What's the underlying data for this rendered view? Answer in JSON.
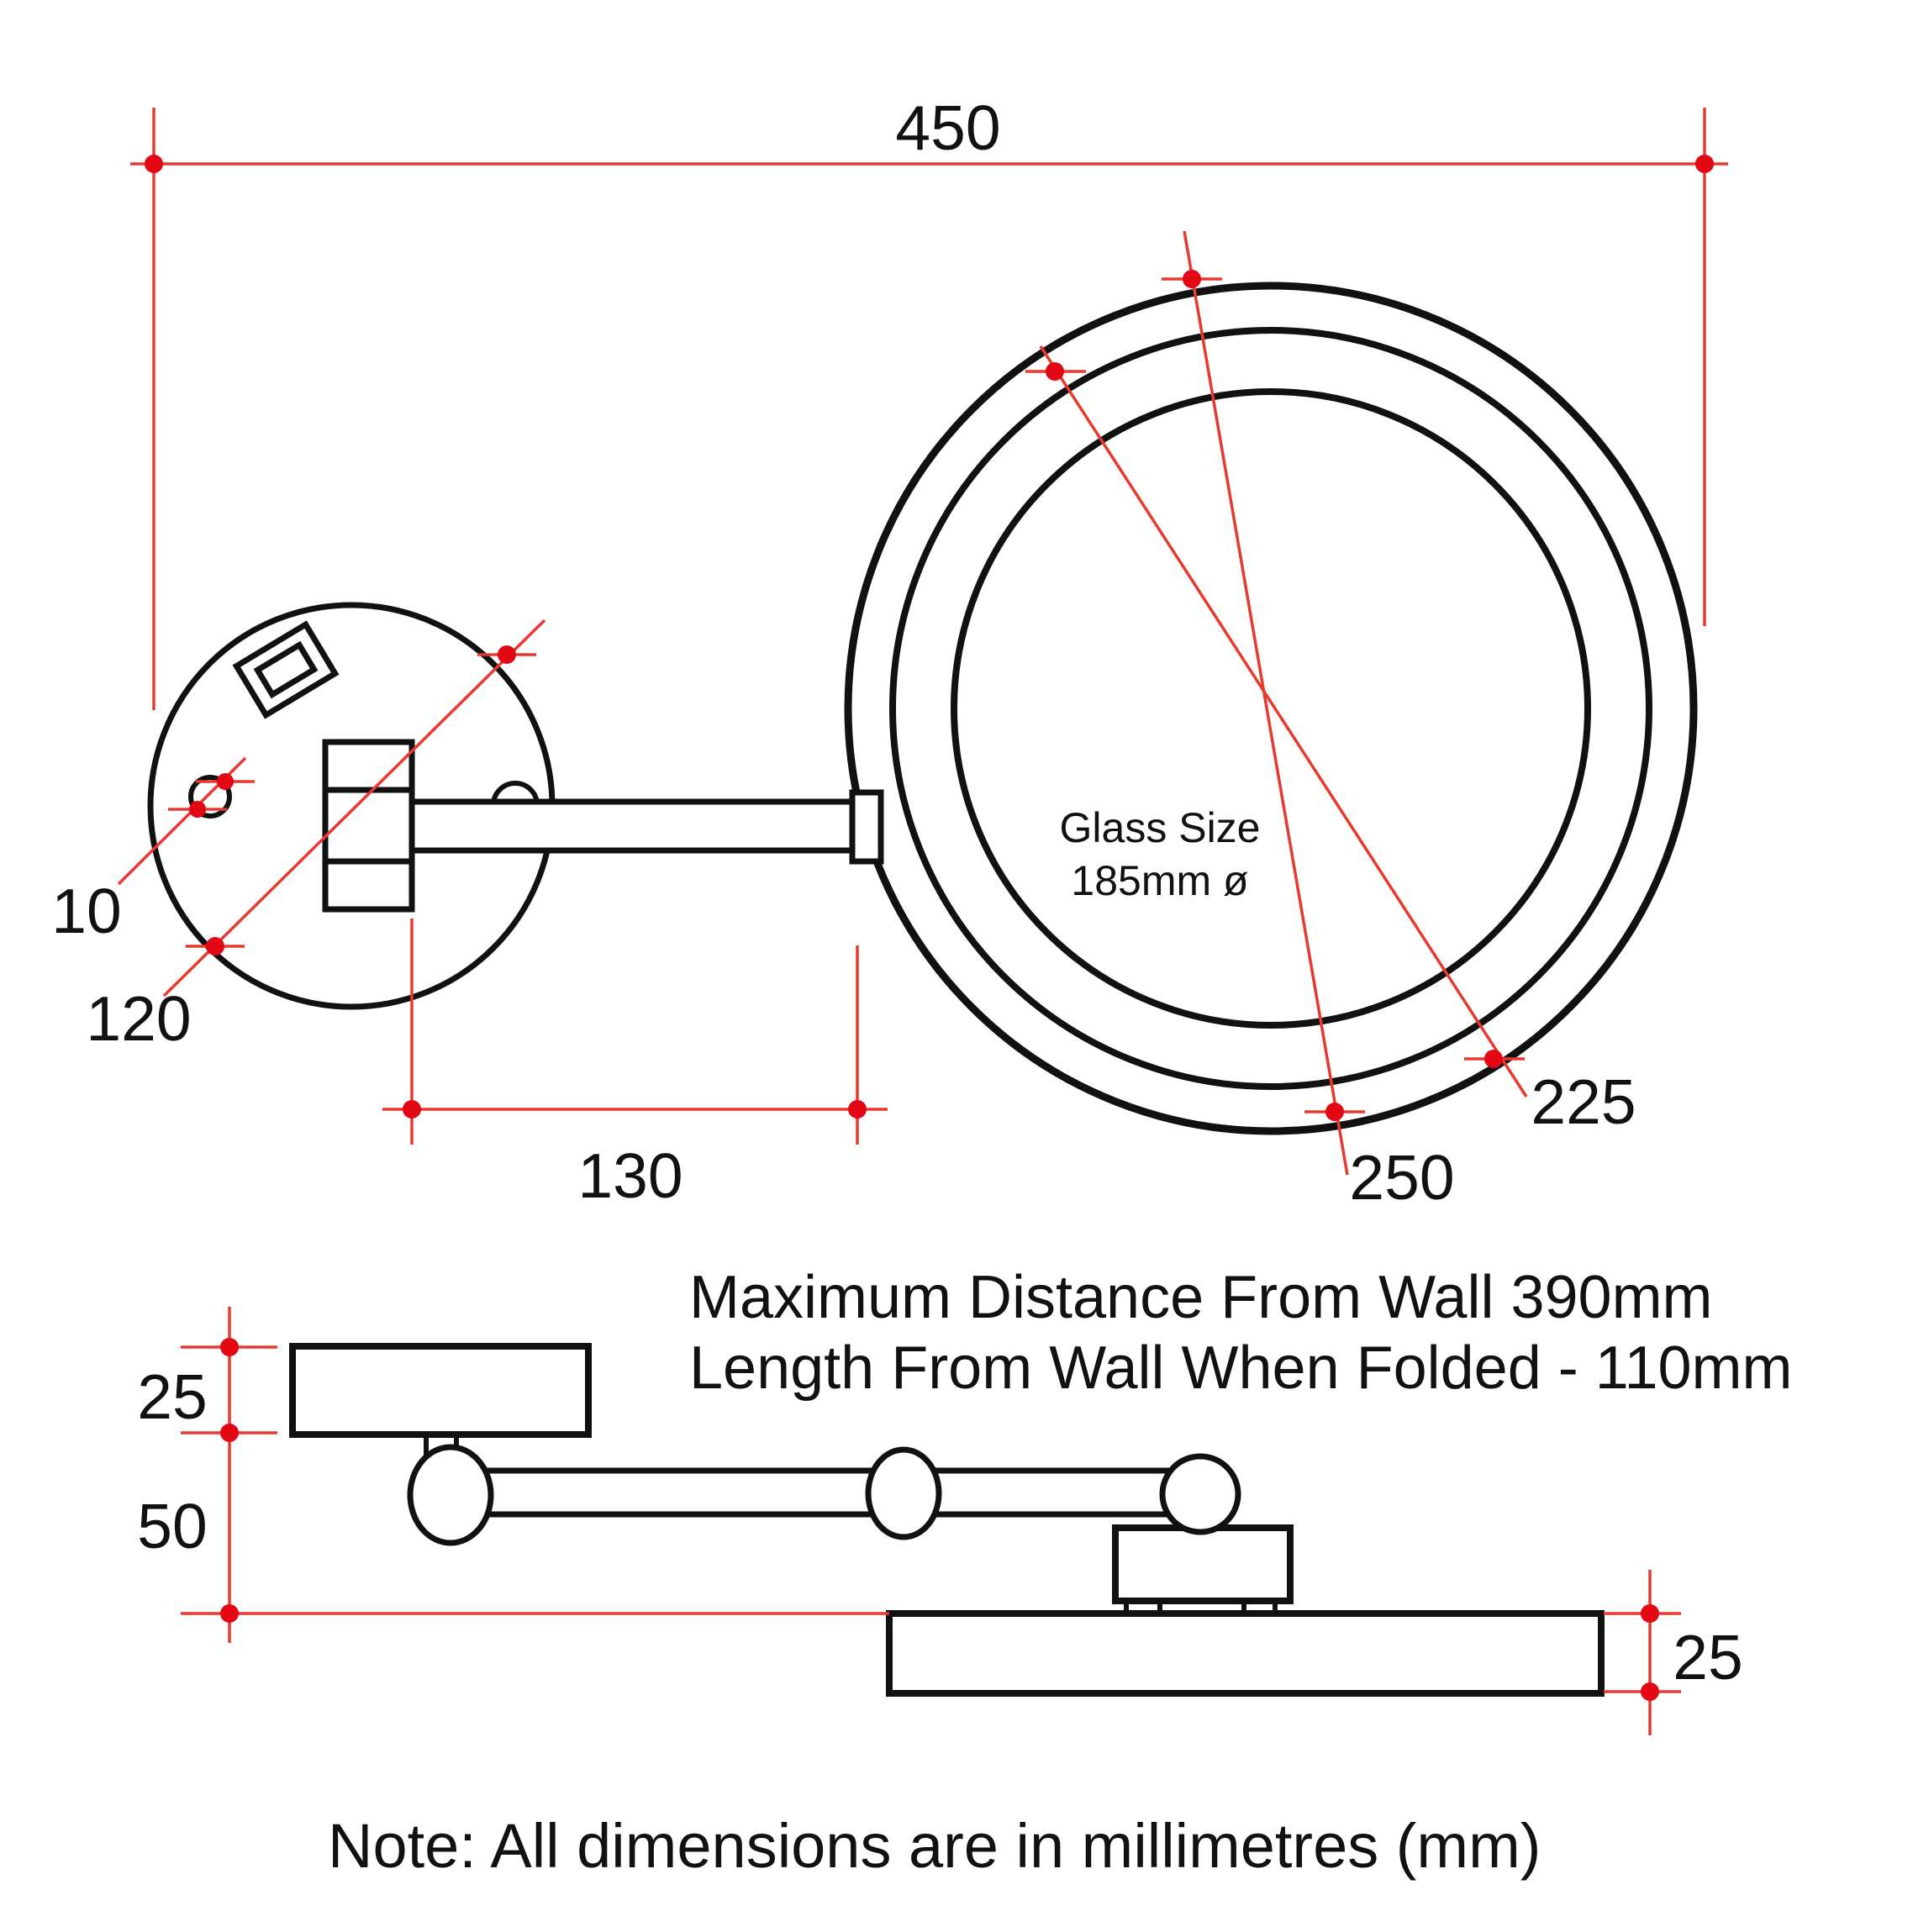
{
  "drawing": {
    "title_note": "Note: All dimensions are in millimetres (mm)",
    "colors": {
      "outline": "#111111",
      "dimension_red": "#e8392f",
      "dot_red": "#e30613",
      "background": "#ffffff"
    },
    "front_view": {
      "dim_overall_width": "450",
      "dim_mounting_hole": "10",
      "dim_wall_plate_diameter": "120",
      "dim_arm_length": "130",
      "dim_inner_ring_diameter": "225",
      "dim_outer_ring_diameter": "250",
      "glass_label_line1": "Glass Size",
      "glass_label_line2": "185mm ø"
    },
    "side_view": {
      "info_line1": "Maximum Distance From Wall 390mm",
      "info_line2": "Length From Wall When Folded - 110mm",
      "dim_wall_plate_thickness": "25",
      "dim_drop_from_plate": "50",
      "dim_mirror_thickness": "25"
    }
  }
}
